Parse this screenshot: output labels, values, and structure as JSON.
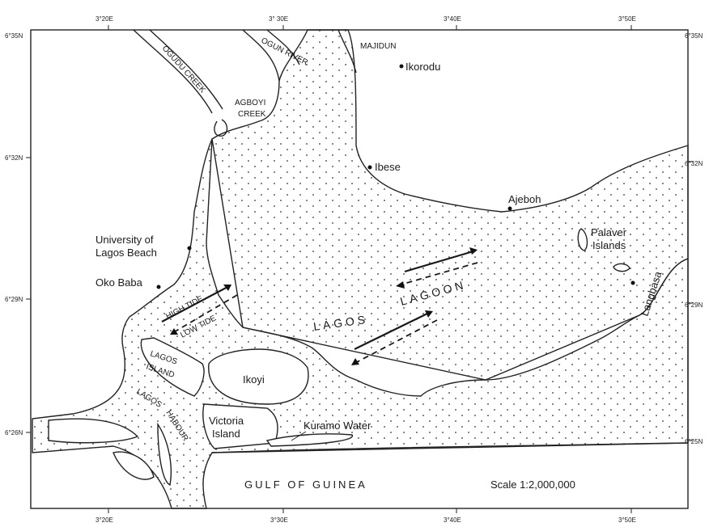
{
  "map": {
    "top_lon_labels": [
      "3°20E",
      "3° 30E",
      "3°40E",
      "3°50E"
    ],
    "bottom_lon_labels": [
      "3°20E",
      "3°30E",
      "3°40E",
      "3°50E"
    ],
    "left_lat_labels": [
      "6°35N",
      "6°32N",
      "6°29N",
      "6°26N"
    ],
    "right_lat_labels": [
      "6°35N",
      "6°32N",
      "6°29N",
      "6°25N"
    ],
    "places": {
      "majidun": "MAJIDUN",
      "ikorodu": "Ikorodu",
      "ogun_river": "OGUN RIVER",
      "ogudu_creek": "OGUDU CREEK",
      "agboyi": "AGBOYI",
      "agboyi_creek": "CREEK",
      "ibese": "Ibese",
      "ajeboh": "Ajeboh",
      "palaver_1": "Palaver",
      "palaver_2": "Islands",
      "langbasa": "Langbasa",
      "unilag_1": "University of",
      "unilag_2": "Lagos Beach",
      "oko_baba": "Oko Baba",
      "high_tide": "HIGH TIDE",
      "low_tide": "LOW TIDE",
      "lagos": "LAGOS",
      "lagoon": "LAGOON",
      "lagos_island_1": "LAGOS",
      "lagos_island_2": "ISLAND",
      "ikoyi": "Ikoyi",
      "lagos_habour_1": "LAGOS",
      "lagos_habour_2": "HABOUR",
      "victoria_1": "Victoria",
      "victoria_2": "Island",
      "kuramo": "Kuramo Water",
      "gulf": "GULF   OF   GUINEA",
      "scale": "Scale  1:2,000,000"
    }
  }
}
